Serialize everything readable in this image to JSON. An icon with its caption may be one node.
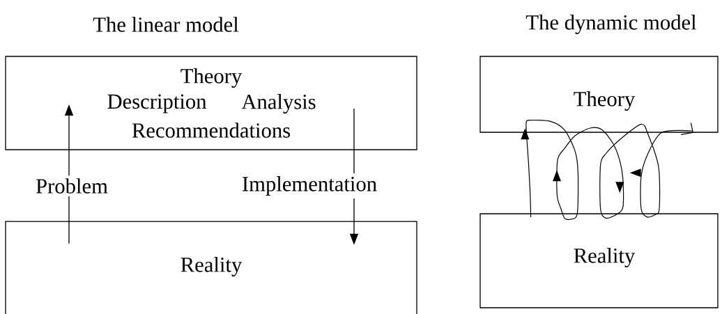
{
  "diagram": {
    "nodes": [
      {
        "text": [
          "Theory",
          "Description",
          "Analysis",
          "Recommendations"
        ]
      },
      {
        "text": [
          "Reality"
        ]
      },
      {
        "text": [
          "Theory"
        ]
      },
      {
        "text": [
          "Reality"
        ]
      }
    ],
    "edges": [
      {
        "from": 1,
        "to": 0,
        "arrow": "to",
        "label": "Problem"
      },
      {
        "from": 0,
        "to": 1,
        "arrow": "to",
        "label": "Implementation"
      },
      {
        "from": 3,
        "to": 2,
        "arrow": "to"
      }
    ],
    "labels": [
      "The linear model",
      "The dynamic model"
    ]
  }
}
